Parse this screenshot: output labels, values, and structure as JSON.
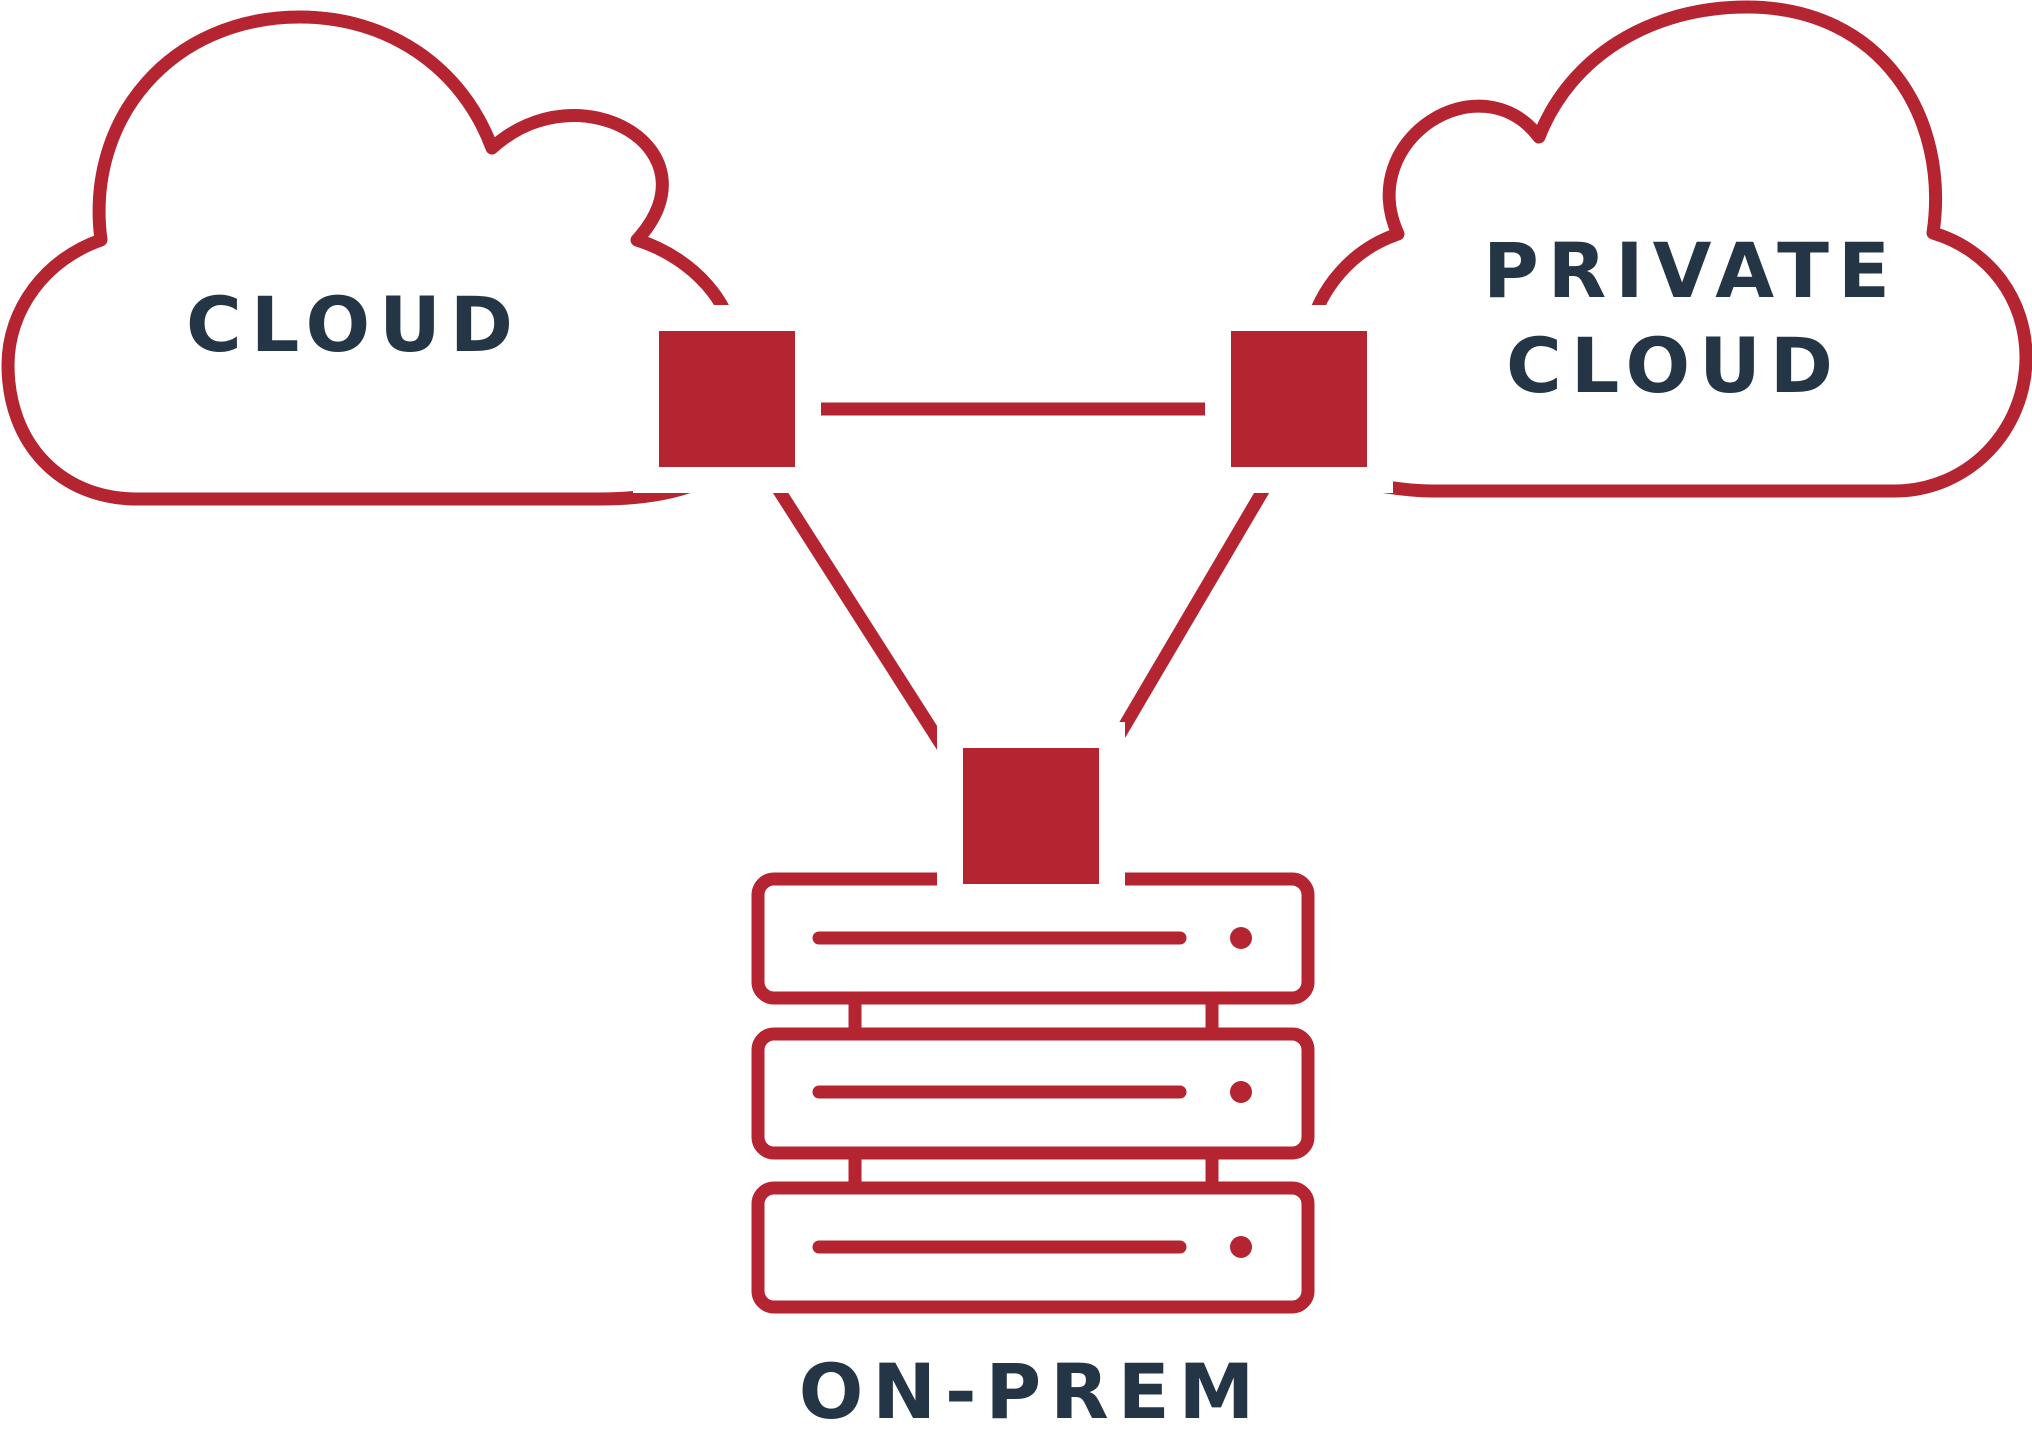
{
  "colors": {
    "accent": "#b52431",
    "label": "#243646"
  },
  "icons": {
    "left_cloud": "cloud-icon",
    "right_cloud": "cloud-icon",
    "server": "server-stack-icon",
    "node": "square-node-icon"
  },
  "labels": {
    "cloud": "CLOUD",
    "private_cloud_line1": "PRIVATE",
    "private_cloud_line2": "CLOUD",
    "on_prem": "ON-PREM"
  }
}
